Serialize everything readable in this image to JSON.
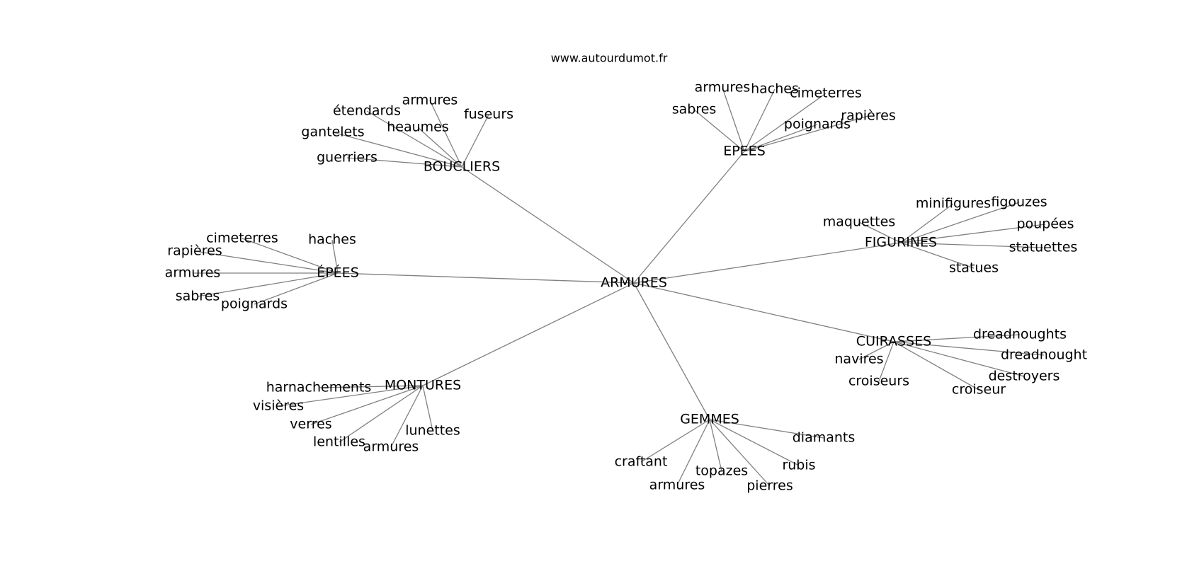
{
  "site": "www.autourdumot.fr",
  "center": "ARMURES",
  "clusters": [
    {
      "label": "BOUCLIERS",
      "leaves": [
        "armures",
        "étendards",
        "heaumes",
        "fuseurs",
        "gantelets",
        "guerriers"
      ]
    },
    {
      "label": "EPEES",
      "leaves": [
        "armures",
        "haches",
        "cimeterres",
        "sabres",
        "poignards",
        "rapières"
      ]
    },
    {
      "label": "FIGURINES",
      "leaves": [
        "minifigures",
        "figouzes",
        "maquettes",
        "poupées",
        "statuettes",
        "statues"
      ]
    },
    {
      "label": "ÉPÉES",
      "leaves": [
        "cimeterres",
        "haches",
        "rapières",
        "armures",
        "sabres",
        "poignards"
      ]
    },
    {
      "label": "CUIRASSES",
      "leaves": [
        "dreadnoughts",
        "dreadnought",
        "navires",
        "destroyers",
        "croiseurs",
        "croiseur"
      ]
    },
    {
      "label": "MONTURES",
      "leaves": [
        "harnachements",
        "visières",
        "verres",
        "lunettes",
        "lentilles",
        "armures"
      ]
    },
    {
      "label": "GEMMES",
      "leaves": [
        "diamants",
        "craftant",
        "topazes",
        "rubis",
        "armures",
        "pierres"
      ]
    }
  ]
}
